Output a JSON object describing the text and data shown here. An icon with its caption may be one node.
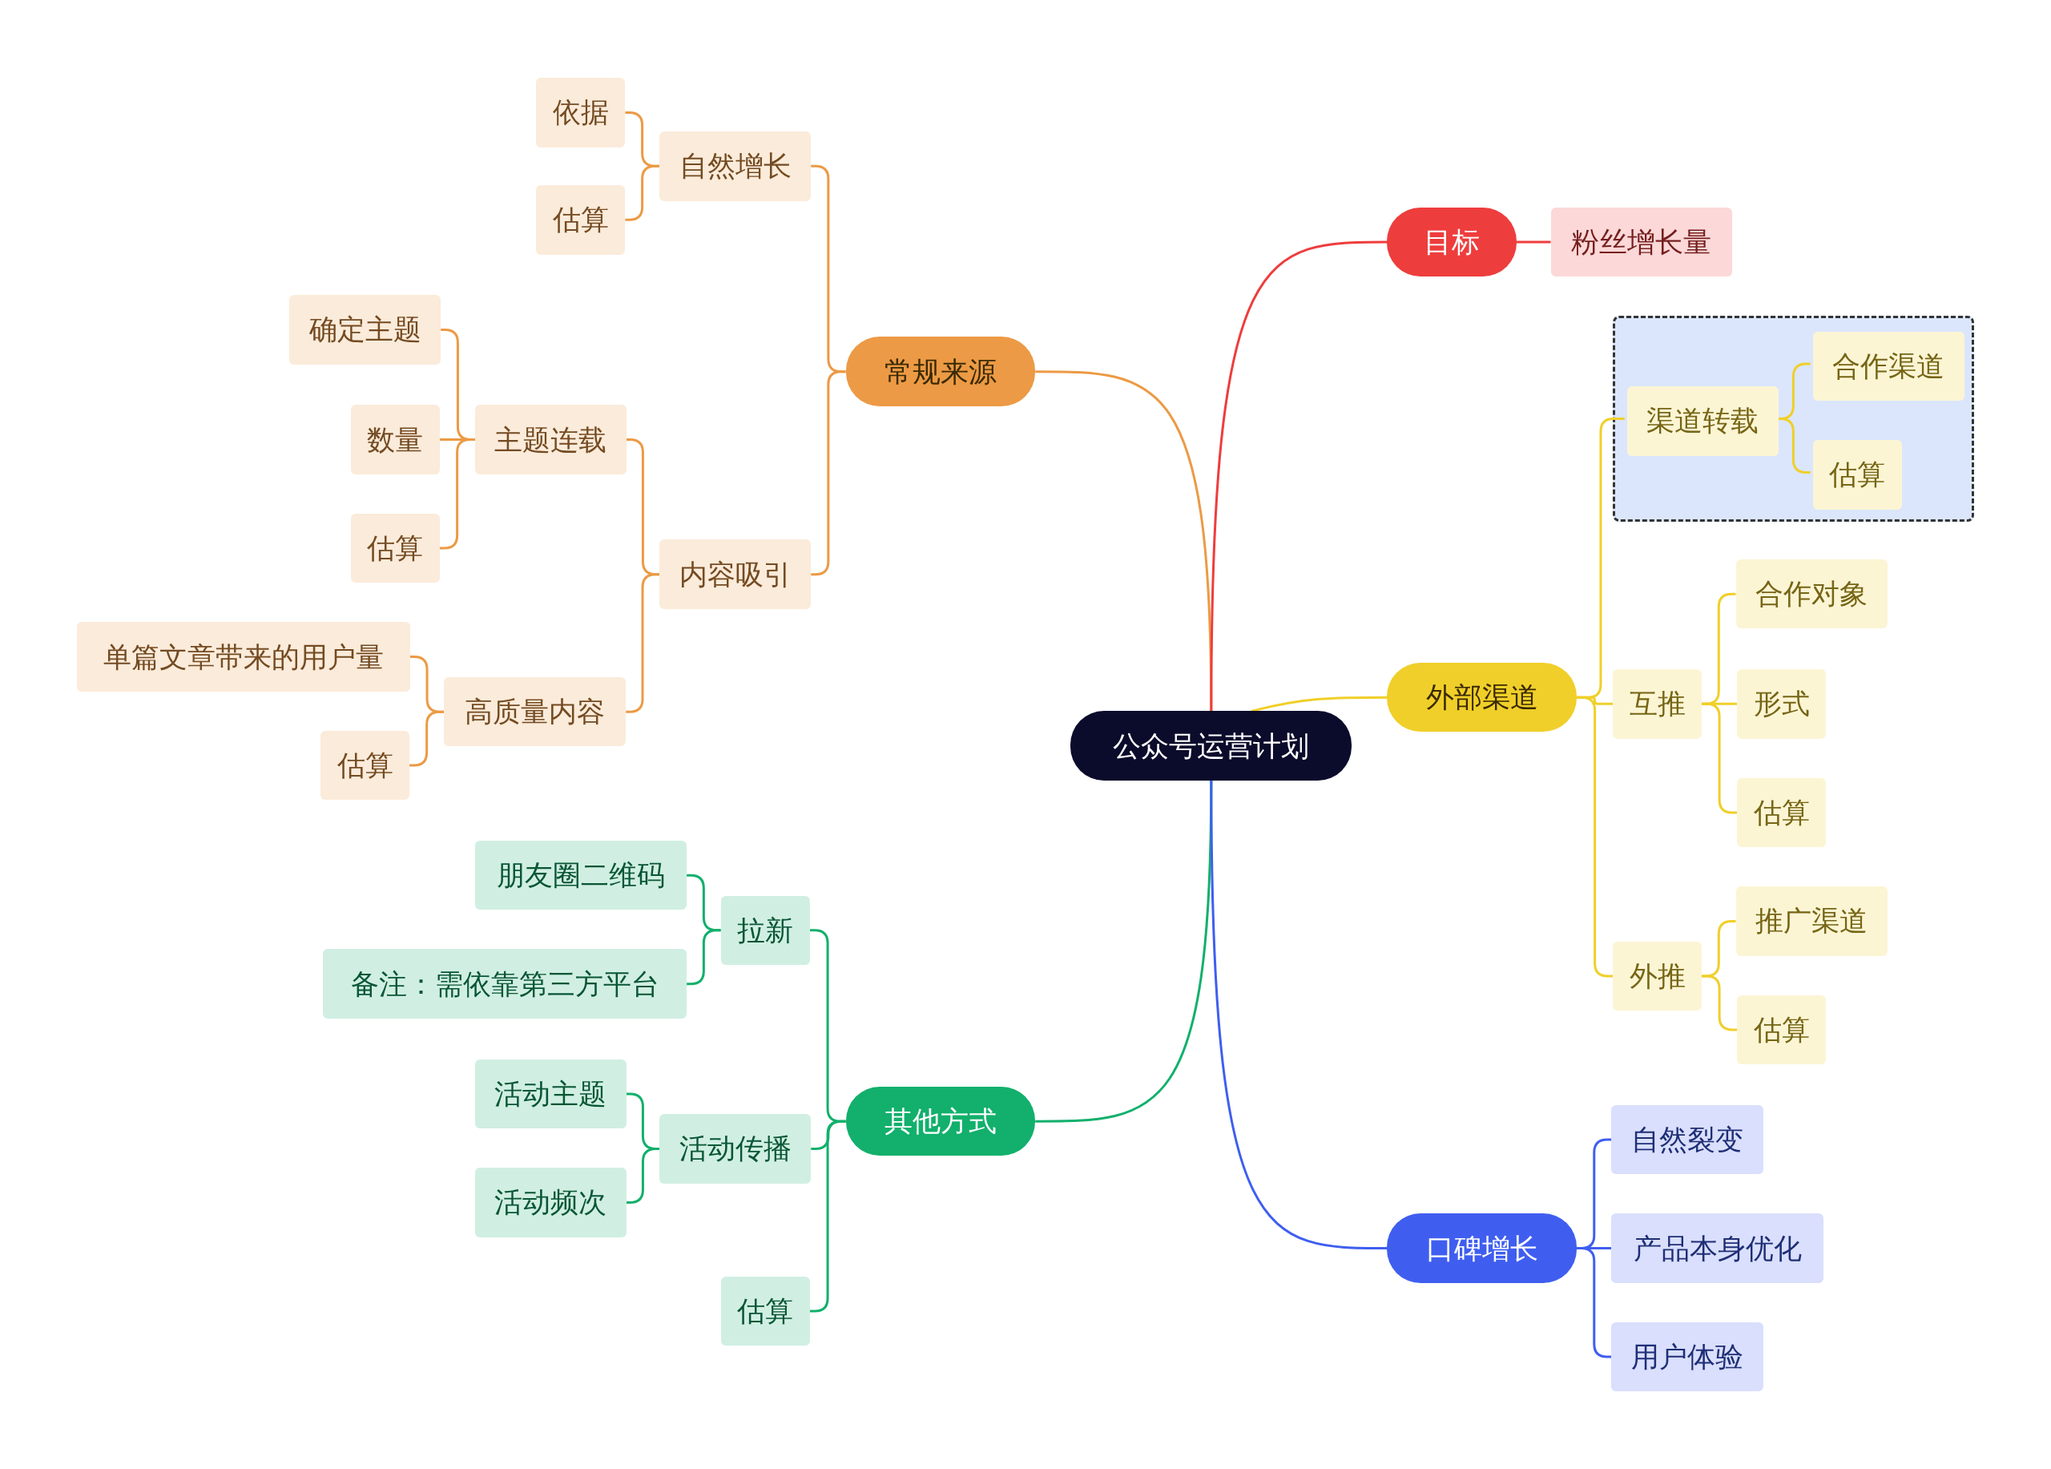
{
  "diagram": {
    "nodes": [
      {
        "text": [
          "公众号运营计划"
        ]
      },
      {
        "text": [
          "常规来源"
        ]
      },
      {
        "text": [
          "自然增长"
        ]
      },
      {
        "text": [
          "依据"
        ]
      },
      {
        "text": [
          "估算"
        ]
      },
      {
        "text": [
          "内容吸引"
        ]
      },
      {
        "text": [
          "主题连载"
        ]
      },
      {
        "text": [
          "确定主题"
        ]
      },
      {
        "text": [
          "数量"
        ]
      },
      {
        "text": [
          "估算"
        ]
      },
      {
        "text": [
          "高质量内容"
        ]
      },
      {
        "text": [
          "单篇文章带来的用户量"
        ]
      },
      {
        "text": [
          "估算"
        ]
      },
      {
        "text": [
          "其他方式"
        ]
      },
      {
        "text": [
          "拉新"
        ]
      },
      {
        "text": [
          "朋友圈二维码"
        ]
      },
      {
        "text": [
          "备注：需依靠第三方平台"
        ]
      },
      {
        "text": [
          "活动传播"
        ]
      },
      {
        "text": [
          "活动主题"
        ]
      },
      {
        "text": [
          "活动频次"
        ]
      },
      {
        "text": [
          "估算"
        ]
      },
      {
        "text": [
          "目标"
        ]
      },
      {
        "text": [
          "粉丝增长量"
        ]
      },
      {
        "text": [
          "外部渠道"
        ]
      },
      {
        "text": [],
        "shape": "box"
      },
      {
        "text": [
          "渠道转载"
        ],
        "in": 24
      },
      {
        "text": [
          "合作渠道"
        ],
        "in": 24
      },
      {
        "text": [
          "估算"
        ],
        "in": 24
      },
      {
        "text": [
          "互推"
        ]
      },
      {
        "text": [
          "合作对象"
        ]
      },
      {
        "text": [
          "形式"
        ]
      },
      {
        "text": [
          "估算"
        ]
      },
      {
        "text": [
          "外推"
        ]
      },
      {
        "text": [
          "推广渠道"
        ]
      },
      {
        "text": [
          "估算"
        ]
      },
      {
        "text": [
          "口碑增长"
        ]
      },
      {
        "text": [
          "自然裂变"
        ]
      },
      {
        "text": [
          "产品本身优化"
        ]
      },
      {
        "text": [
          "用户体验"
        ]
      }
    ],
    "edges": [
      {
        "from": 0,
        "to": 1,
        "arrow": "none",
        "color": "#ec9a45"
      },
      {
        "from": 1,
        "to": 2,
        "arrow": "none",
        "color": "#ec9a45"
      },
      {
        "from": 2,
        "to": 3,
        "arrow": "none",
        "color": "#ec9a45"
      },
      {
        "from": 2,
        "to": 4,
        "arrow": "none",
        "color": "#ec9a45"
      },
      {
        "from": 1,
        "to": 5,
        "arrow": "none",
        "color": "#ec9a45"
      },
      {
        "from": 5,
        "to": 6,
        "arrow": "none",
        "color": "#ec9a45"
      },
      {
        "from": 6,
        "to": 7,
        "arrow": "none",
        "color": "#ec9a45"
      },
      {
        "from": 6,
        "to": 8,
        "arrow": "none",
        "color": "#ec9a45"
      },
      {
        "from": 6,
        "to": 9,
        "arrow": "none",
        "color": "#ec9a45"
      },
      {
        "from": 5,
        "to": 10,
        "arrow": "none",
        "color": "#ec9a45"
      },
      {
        "from": 10,
        "to": 11,
        "arrow": "none",
        "color": "#ec9a45"
      },
      {
        "from": 10,
        "to": 12,
        "arrow": "none",
        "color": "#ec9a45"
      },
      {
        "from": 0,
        "to": 13,
        "arrow": "none",
        "color": "#12b06c"
      },
      {
        "from": 13,
        "to": 14,
        "arrow": "none",
        "color": "#12b06c"
      },
      {
        "from": 14,
        "to": 15,
        "arrow": "none",
        "color": "#12b06c"
      },
      {
        "from": 14,
        "to": 16,
        "arrow": "none",
        "color": "#12b06c"
      },
      {
        "from": 13,
        "to": 17,
        "arrow": "none",
        "color": "#12b06c"
      },
      {
        "from": 17,
        "to": 18,
        "arrow": "none",
        "color": "#12b06c"
      },
      {
        "from": 17,
        "to": 19,
        "arrow": "none",
        "color": "#12b06c"
      },
      {
        "from": 13,
        "to": 20,
        "arrow": "none",
        "color": "#12b06c"
      },
      {
        "from": 0,
        "to": 21,
        "arrow": "none",
        "color": "#ee3d3d"
      },
      {
        "from": 21,
        "to": 22,
        "arrow": "none",
        "color": "#ee3d3d"
      },
      {
        "from": 0,
        "to": 23,
        "arrow": "none",
        "color": "#f0cf2a"
      },
      {
        "from": 23,
        "to": 25,
        "arrow": "none",
        "color": "#f0cf2a"
      },
      {
        "from": 25,
        "to": 26,
        "arrow": "none",
        "color": "#f0cf2a"
      },
      {
        "from": 25,
        "to": 27,
        "arrow": "none",
        "color": "#f0cf2a"
      },
      {
        "from": 23,
        "to": 28,
        "arrow": "none",
        "color": "#f0cf2a"
      },
      {
        "from": 28,
        "to": 29,
        "arrow": "none",
        "color": "#f0cf2a"
      },
      {
        "from": 28,
        "to": 30,
        "arrow": "none",
        "color": "#f0cf2a"
      },
      {
        "from": 28,
        "to": 31,
        "arrow": "none",
        "color": "#f0cf2a"
      },
      {
        "from": 23,
        "to": 32,
        "arrow": "none",
        "color": "#f0cf2a"
      },
      {
        "from": 32,
        "to": 33,
        "arrow": "none",
        "color": "#f0cf2a"
      },
      {
        "from": 32,
        "to": 34,
        "arrow": "none",
        "color": "#f0cf2a"
      },
      {
        "from": 0,
        "to": 35,
        "arrow": "none",
        "color": "#3f5ef0"
      },
      {
        "from": 35,
        "to": 36,
        "arrow": "none",
        "color": "#3f5ef0"
      },
      {
        "from": 35,
        "to": 37,
        "arrow": "none",
        "color": "#3f5ef0"
      },
      {
        "from": 35,
        "to": 38,
        "arrow": "none",
        "color": "#3f5ef0"
      }
    ]
  }
}
